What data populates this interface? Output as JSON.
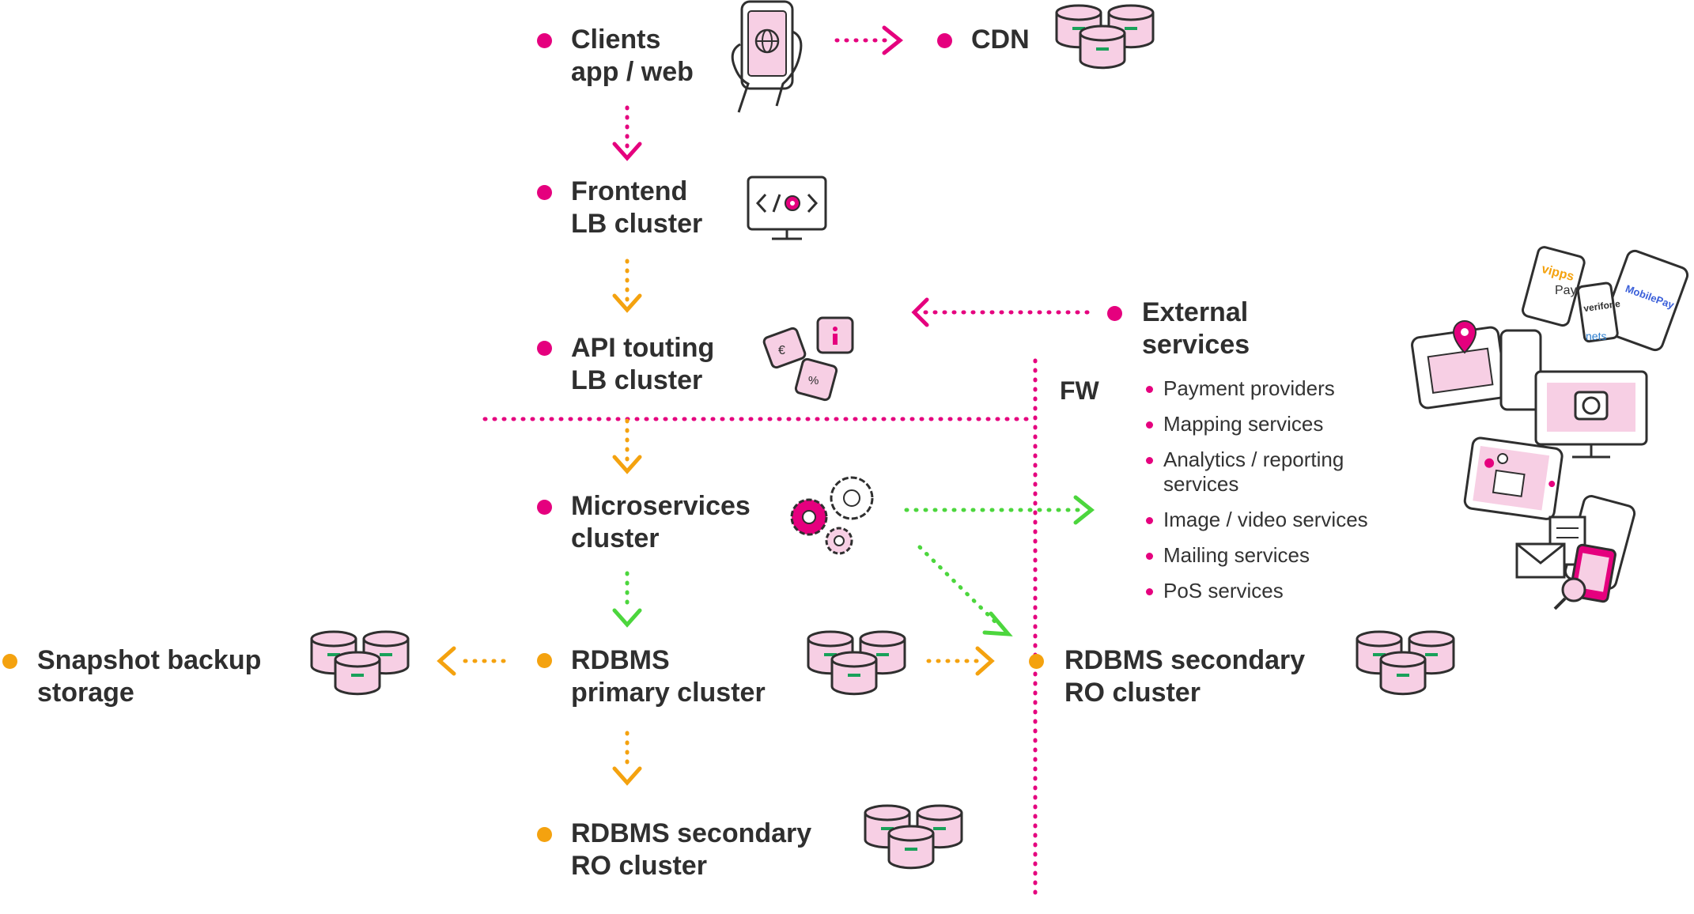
{
  "colors": {
    "magenta": "#e5007e",
    "orange": "#f4a20f",
    "green": "#4cd63d",
    "text": "#2f2f2f",
    "icon_fill": "#f7cfe4",
    "icon_stroke": "#2f2f2f",
    "db_accent": "#19a15a"
  },
  "nodes": {
    "clients": {
      "line1": "Clients",
      "line2": "app / web",
      "icon": "smartphone-hand-icon"
    },
    "cdn": {
      "line1": "CDN",
      "icon": "database-cluster-icon"
    },
    "frontend": {
      "line1": "Frontend",
      "line2": "LB cluster",
      "icon": "monitor-code-icon"
    },
    "api": {
      "line1": "API touting",
      "line2": "LB cluster",
      "icon": "puzzle-pieces-icon"
    },
    "microservices": {
      "line1": "Microservices",
      "line2": "cluster",
      "icon": "gears-icon"
    },
    "snapshot": {
      "line1": "Snapshot backup",
      "line2": "storage",
      "icon": "database-cluster-icon"
    },
    "rdbms_primary": {
      "line1": "RDBMS",
      "line2": "primary cluster",
      "icon": "database-cluster-icon"
    },
    "rdbms_secondary_bottom": {
      "line1": "RDBMS secondary",
      "line2": "RO cluster",
      "icon": "database-cluster-icon"
    },
    "rdbms_secondary_right": {
      "line1": "RDBMS secondary",
      "line2": "RO cluster",
      "icon": "database-cluster-icon"
    },
    "external": {
      "line1": "External",
      "line2": "services",
      "items": [
        "Payment providers",
        "Mapping services",
        "Analytics / reporting services",
        "Image / video services",
        "Mailing services",
        "PoS services"
      ],
      "icon": "external-devices-collage-icon"
    }
  },
  "firewall_label": "FW",
  "logo_text": {
    "vipps": "vipps",
    "verifone": "verifone",
    "mobilepay": "MobilePay",
    "nets": "nets",
    "apple_pay": "Pay"
  }
}
